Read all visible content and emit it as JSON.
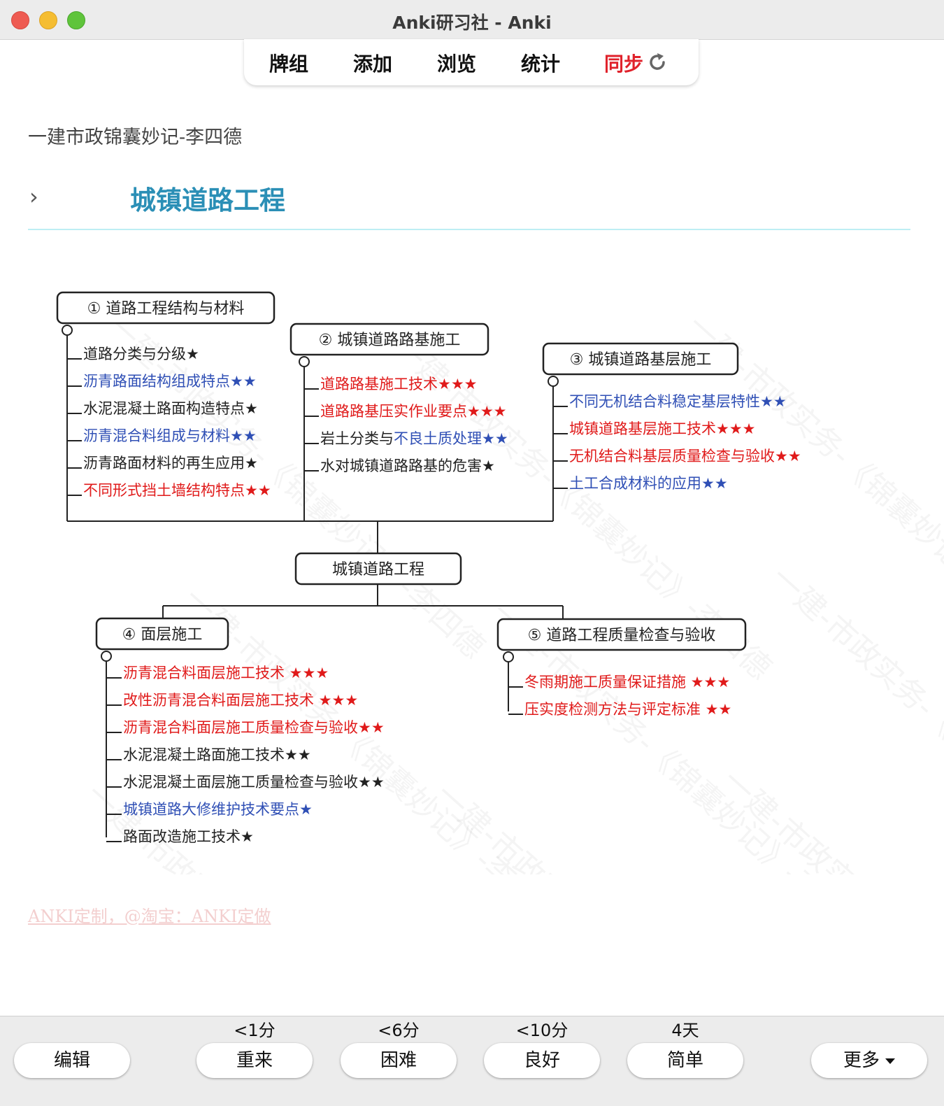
{
  "window": {
    "title": "Anki研习社 - Anki"
  },
  "toolbar": {
    "decks": "牌组",
    "add": "添加",
    "browse": "浏览",
    "stats": "统计",
    "sync": "同步"
  },
  "card": {
    "deck_name": "一建市政锦囊妙记-李四德",
    "heading": "城镇道路工程",
    "footer_link": "ANKI定制，@淘宝：ANKI定做"
  },
  "mindmap": {
    "watermark": "一建-市政实务-《锦囊妙记》-李四德",
    "center": "城镇道路工程",
    "nodes": [
      {
        "title": "① 道路工程结构与材料",
        "items": [
          {
            "text": "道路分类与分级★",
            "color": "#222222"
          },
          {
            "text": "沥青路面结构组成特点★★",
            "color": "#2f4fb5"
          },
          {
            "text": "水泥混凝土路面构造特点★",
            "color": "#222222"
          },
          {
            "text": "沥青混合料组成与材料★★",
            "color": "#2f4fb5"
          },
          {
            "text": "沥青路面材料的再生应用★",
            "color": "#222222"
          },
          {
            "text": "不同形式挡土墙结构特点★★",
            "color": "#e01a1a"
          }
        ]
      },
      {
        "title": "② 城镇道路路基施工",
        "items": [
          {
            "text": "道路路基施工技术★★★",
            "color": "#e01a1a"
          },
          {
            "text": "道路路基压实作业要点★★★",
            "color": "#e01a1a"
          },
          {
            "text": "岩土分类与",
            "color": "#222222",
            "tail": "不良土质处理★★",
            "tail_color": "#2f4fb5"
          },
          {
            "text": "水对城镇道路路基的危害★",
            "color": "#222222"
          }
        ]
      },
      {
        "title": "③ 城镇道路基层施工",
        "items": [
          {
            "text": "不同无机结合料稳定基层特性★★",
            "color": "#2f4fb5"
          },
          {
            "text": "城镇道路基层施工技术★★★",
            "color": "#e01a1a"
          },
          {
            "text": "无机结合料基层质量检查与验收★★",
            "color": "#e01a1a"
          },
          {
            "text": "土工合成材料的应用★★",
            "color": "#2f4fb5"
          }
        ]
      },
      {
        "title": "④ 面层施工",
        "items": [
          {
            "text": "沥青混合料面层施工技术 ★★★",
            "color": "#e01a1a"
          },
          {
            "text": "改性沥青混合料面层施工技术 ★★★",
            "color": "#e01a1a"
          },
          {
            "text": "沥青混合料面层施工质量检查与验收★★",
            "color": "#e01a1a"
          },
          {
            "text": "水泥混凝土路面施工技术★★",
            "color": "#222222"
          },
          {
            "text": "水泥混凝土面层施工质量检查与验收★★",
            "color": "#222222"
          },
          {
            "text": "城镇道路大修维护技术要点★",
            "color": "#2f4fb5"
          },
          {
            "text": "路面改造施工技术★",
            "color": "#222222"
          }
        ]
      },
      {
        "title": "⑤ 道路工程质量检查与验收",
        "items": [
          {
            "text": "冬雨期施工质量保证措施 ★★★",
            "color": "#e01a1a"
          },
          {
            "text": "压实度检测方法与评定标准 ★★",
            "color": "#e01a1a"
          }
        ]
      }
    ]
  },
  "answer_buttons": {
    "edit": "编辑",
    "again": {
      "label": "重来",
      "time": "<1分"
    },
    "hard": {
      "label": "困难",
      "time": "<6分"
    },
    "good": {
      "label": "良好",
      "time": "<10分"
    },
    "easy": {
      "label": "简单",
      "time": "4天"
    },
    "more": "更多"
  }
}
